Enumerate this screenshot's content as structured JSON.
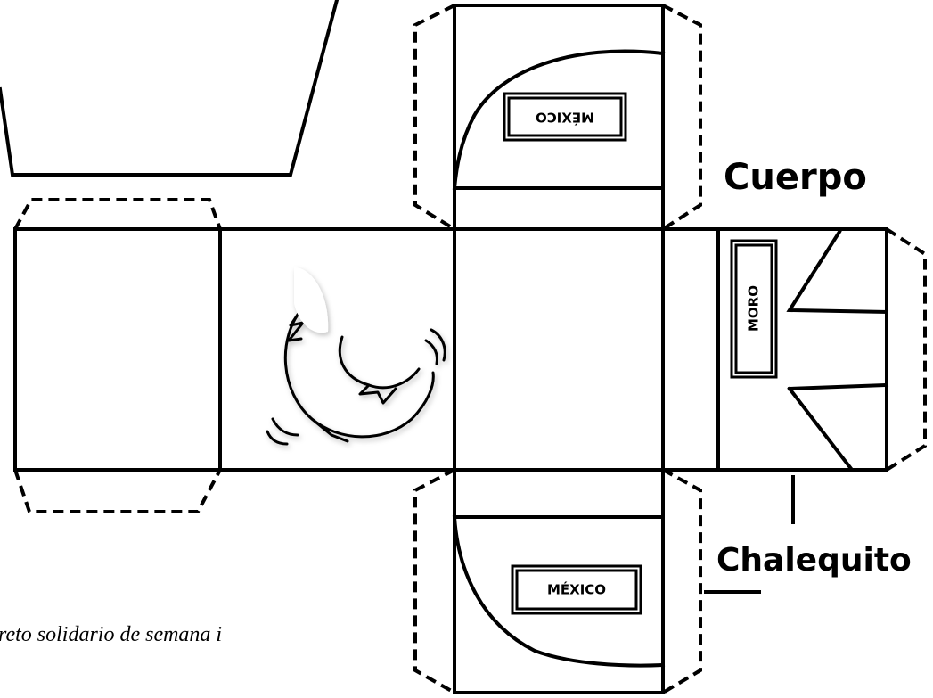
{
  "labels": {
    "body": "Cuerpo",
    "vest": "Chalequito",
    "badge_top": "MÉXICO",
    "badge_bottom": "MÉXICO",
    "badge_side": "MORO"
  },
  "caption": "reto solidario de semana i"
}
